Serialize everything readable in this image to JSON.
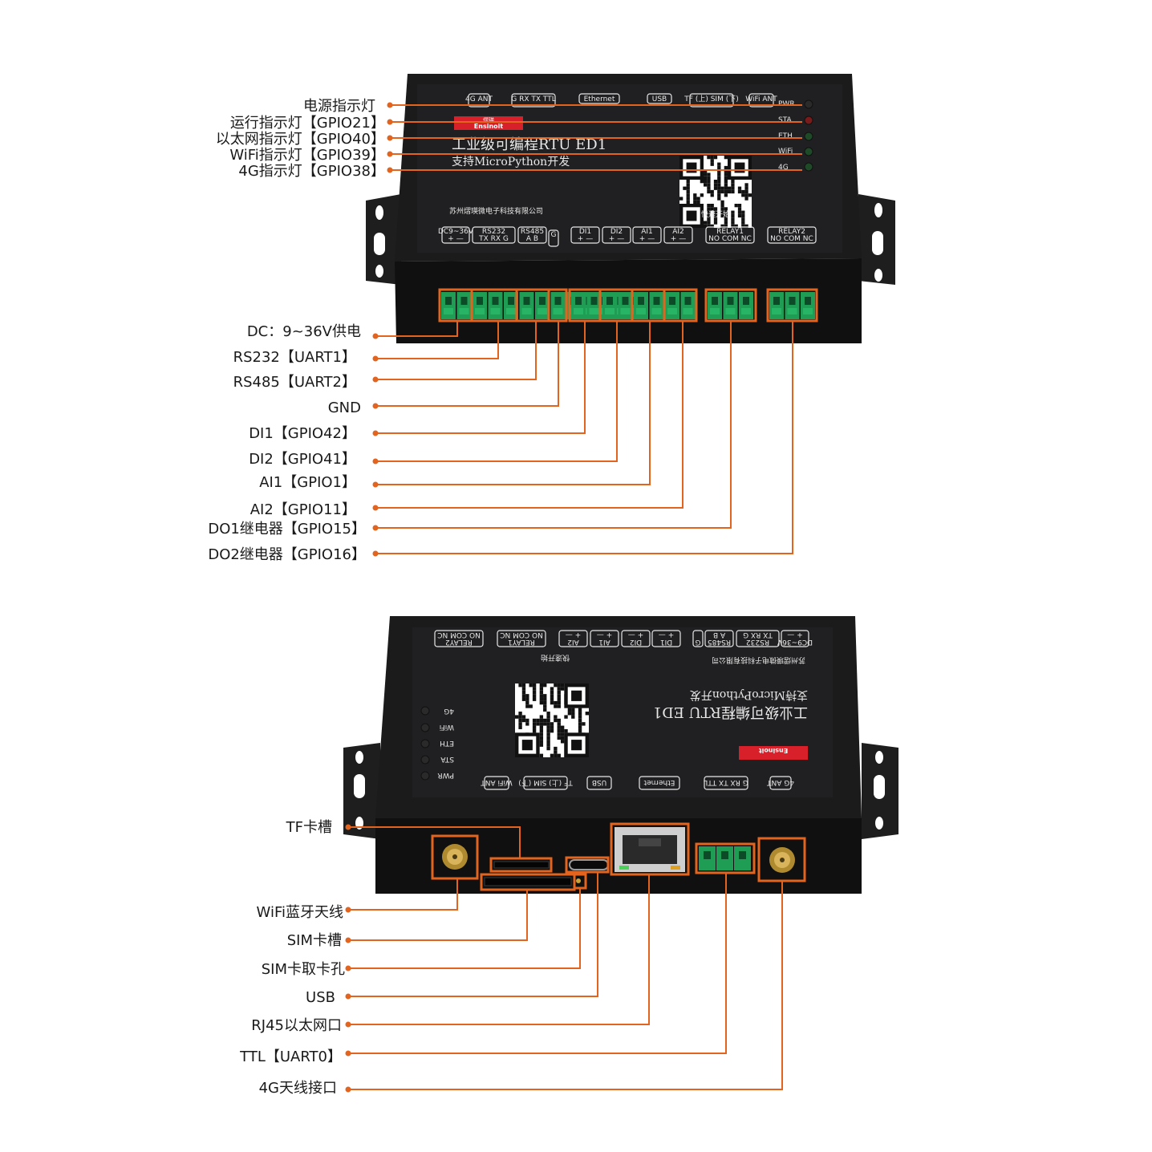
{
  "top_view": {
    "top_ports": [
      "4G ANT",
      "G RX TX TTL",
      "Ethernet",
      "USB",
      "TF (上) SIM (下)",
      "WiFi ANT"
    ],
    "led_labels": [
      "PWR",
      "STA",
      "ETH",
      "WiFi",
      "4G"
    ],
    "brand_badge_cn": "熠瑛",
    "brand_badge_en": "Ensinoit",
    "panel_title": "工业级可编程RTU  ED1",
    "panel_subtitle": "支持MicroPython开发",
    "company": "苏州熠瑛微电子科技有限公司",
    "qr_caption": "快速开始",
    "terminal_labels": [
      "DC9~36V",
      "RS232",
      "RS485",
      "G",
      "DI1",
      "DI2",
      "AI1",
      "AI2",
      "RELAY1",
      "RELAY2"
    ],
    "terminal_sublabels": [
      "+ —",
      "TX RX G",
      "A B",
      "",
      "+ —",
      "+ —",
      "+ —",
      "+ —",
      "NO COM NC",
      "NO COM NC"
    ],
    "led_callouts": [
      "电源指示灯",
      "运行指示灯【GPIO21】",
      "以太网指示灯【GPIO40】",
      "WiFi指示灯【GPIO39】",
      "4G指示灯【GPIO38】"
    ],
    "terminal_callouts": [
      "DC：9~36V供电",
      "RS232【UART1】",
      "RS485【UART2】",
      "GND",
      "DI1【GPIO42】",
      "DI2【GPIO41】",
      "AI1【GPIO1】",
      "AI2【GPIO11】",
      "DO1继电器【GPIO15】",
      "DO2继电器【GPIO16】"
    ]
  },
  "bottom_view": {
    "callouts": [
      "TF卡槽",
      "WiFi蓝牙天线",
      "SIM卡槽",
      "SIM卡取卡孔",
      "USB",
      "RJ45以太网口",
      "TTL【UART0】",
      "4G天线接口"
    ]
  },
  "colors": {
    "accent": "#e2641e",
    "device_body": "#1b1b1c",
    "device_front": "#101011",
    "terminal_green": "#1f9d55",
    "badge_red": "#d8202a",
    "led_red": "#7a1b1b",
    "led_green": "#1f4a28"
  }
}
